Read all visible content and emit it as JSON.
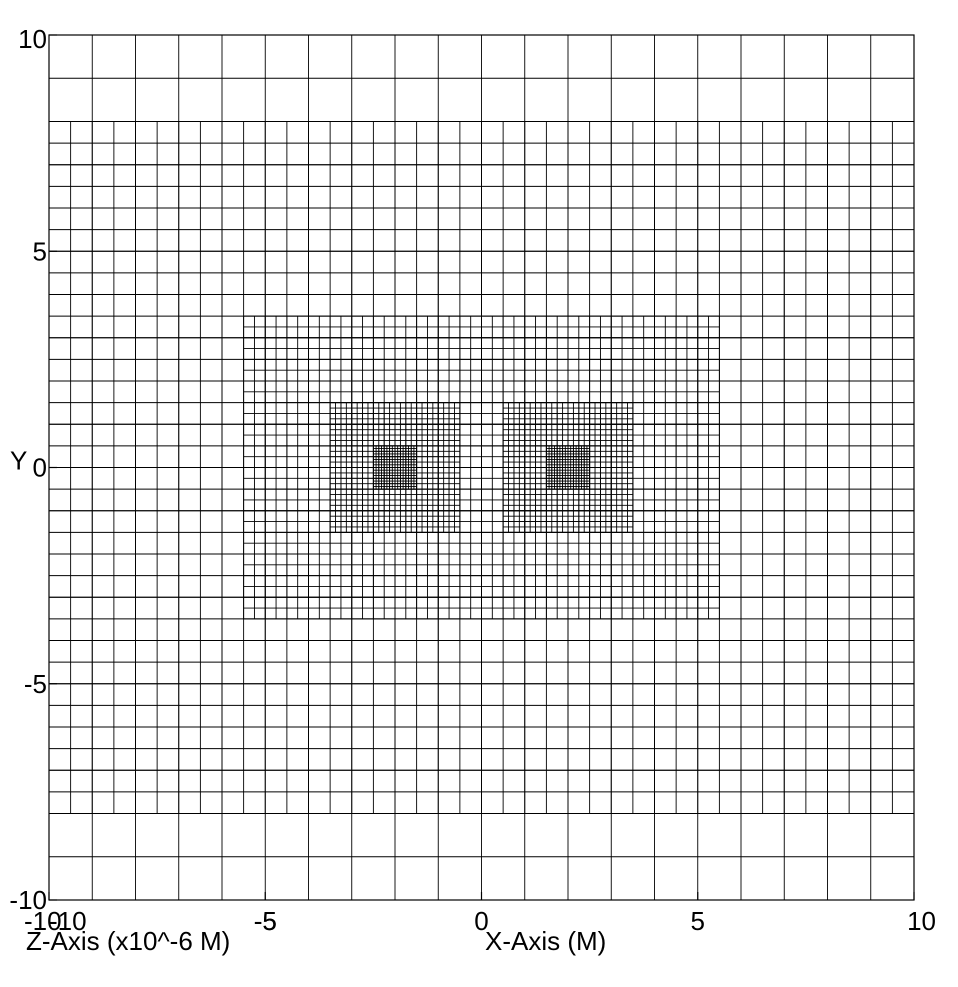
{
  "chart_data": {
    "type": "mesh",
    "xlabel": "X-Axis (M)",
    "ylabel": "Y",
    "zlabel": "Z-Axis (x10^-6 M)",
    "xlim": [
      -10,
      10
    ],
    "ylim": [
      -10,
      10
    ],
    "x_ticks": [
      -10,
      -5,
      0,
      5,
      10
    ],
    "y_ticks": [
      -10,
      -5,
      0,
      5,
      10
    ],
    "x_tick_labels": [
      "-10",
      "-5",
      "0",
      "5",
      "10"
    ],
    "y_tick_labels": [
      "-10",
      "-5",
      "0",
      "5",
      "10"
    ],
    "z_tick_labels": [
      "-10",
      "-5"
    ],
    "grid": true,
    "refinement_levels": [
      {
        "level": 0,
        "cell_size": 1.0,
        "regions": [
          [
            -10,
            10,
            -10,
            10
          ]
        ]
      },
      {
        "level": 1,
        "cell_size": 0.5,
        "regions": [
          [
            -10,
            10,
            -8,
            8
          ]
        ]
      },
      {
        "level": 2,
        "cell_size": 0.25,
        "regions": [
          [
            -5.5,
            5.5,
            -3.5,
            3.5
          ]
        ]
      },
      {
        "level": 3,
        "cell_size": 0.125,
        "regions": [
          [
            -3.5,
            -0.5,
            -1.5,
            1.5
          ],
          [
            0.5,
            3.5,
            -1.5,
            1.5
          ]
        ]
      },
      {
        "level": 4,
        "cell_size": 0.0625,
        "regions": [
          [
            -2.5,
            -1.5,
            -0.5,
            0.5
          ],
          [
            1.5,
            2.5,
            -0.5,
            0.5
          ]
        ]
      }
    ]
  }
}
